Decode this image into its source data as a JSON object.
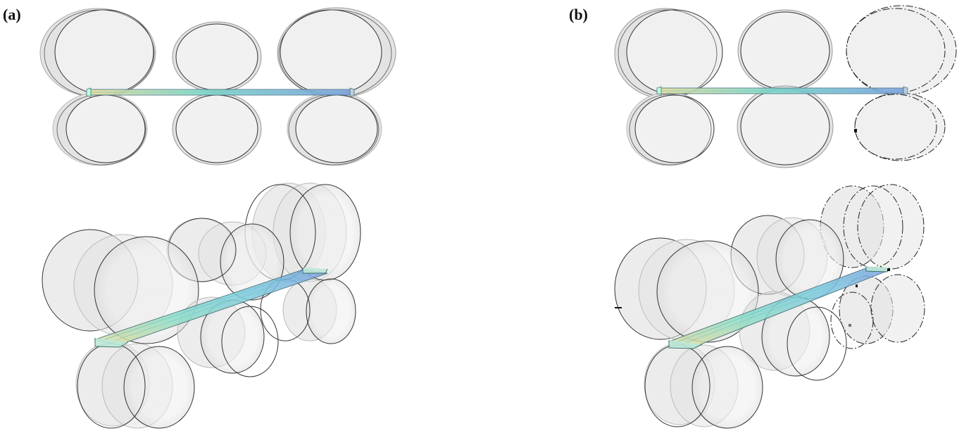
{
  "panels": [
    {
      "id": "a",
      "label": "(a)"
    },
    {
      "id": "b",
      "label": "(b)"
    }
  ],
  "colors": {
    "roll_fill": "#e6e6e6",
    "roll_inner": "#f1f1f1",
    "roll_stroke": "#333333",
    "strip_start": "#e9dc9b",
    "strip_mid": "#7fd8c8",
    "strip_end": "#7f9ee3",
    "removed_roll_stroke": "#222222"
  },
  "strip_shading": "contour",
  "removed_roll_style": "dash-dot"
}
